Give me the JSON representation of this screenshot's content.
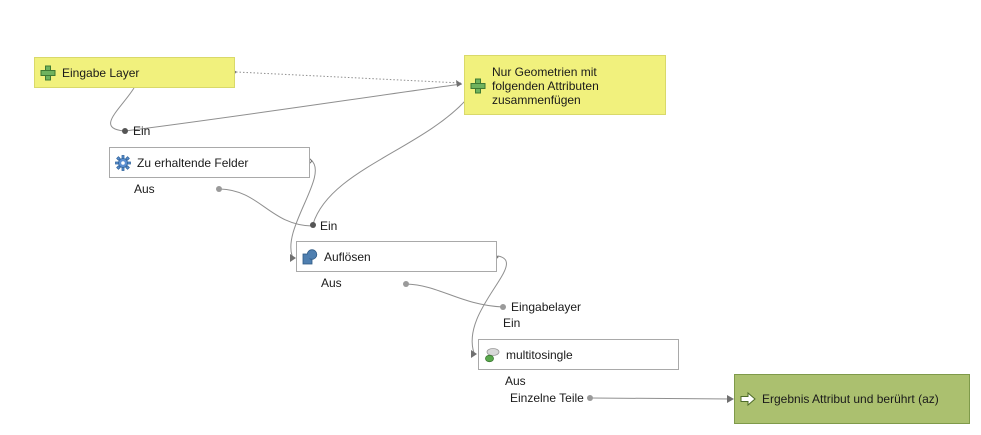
{
  "nodes": {
    "eingabe_layer": {
      "label": "Eingabe Layer",
      "icon": "plus-icon"
    },
    "nur_geometrien": {
      "label_lines": [
        "Nur Geometrien mit",
        "folgenden Attributen",
        "zusammenfügen"
      ],
      "icon": "plus-icon"
    },
    "zu_erhaltende_felder": {
      "label": "Zu erhaltende Felder",
      "icon": "gear-icon"
    },
    "aufloesen": {
      "label": "Auflösen",
      "icon": "dissolve-icon"
    },
    "multitosingle": {
      "label": "multitosingle",
      "icon": "multitosingle-icon"
    },
    "ergebnis": {
      "label": "Ergebnis Attribut und berührt (az)",
      "icon": "arrow-icon"
    }
  },
  "ports": {
    "ein_1": "Ein",
    "aus_1": "Aus",
    "ein_2": "Ein",
    "aus_2": "Aus",
    "eingabelayer": "Eingabelayer",
    "ein_3": "Ein",
    "aus_3": "Aus",
    "einzelne_teile": "Einzelne Teile"
  },
  "colors": {
    "input_node": "#f1f17d",
    "output_node": "#abc06f",
    "algorithm_node": "#ffffff",
    "connector": "#8a8a8a",
    "port_dot": "#8a8a8a"
  }
}
